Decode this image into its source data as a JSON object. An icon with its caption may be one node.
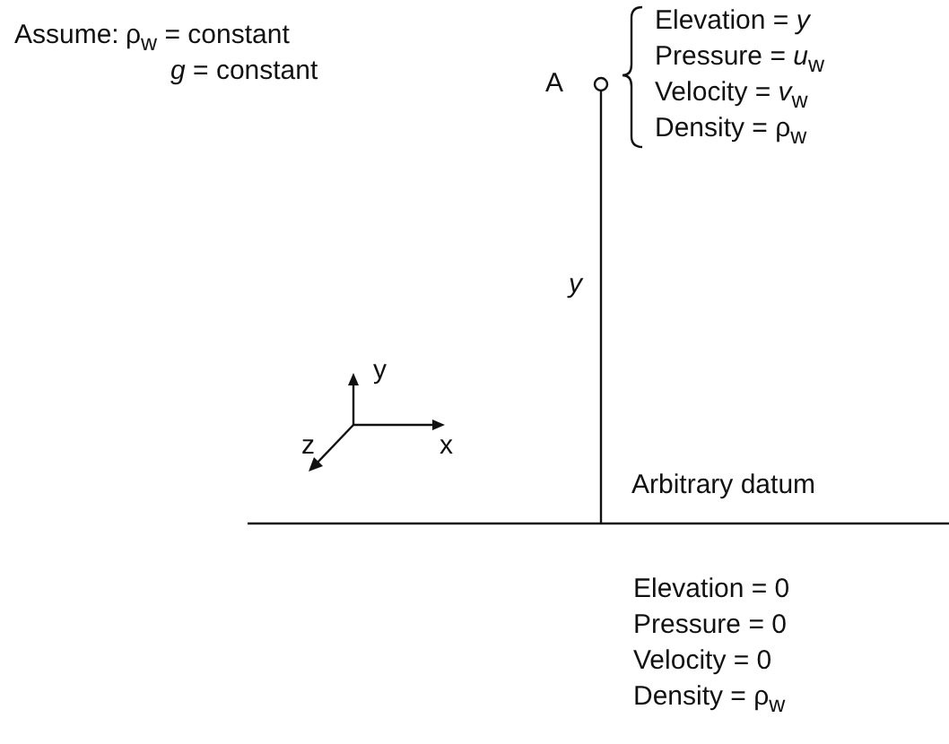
{
  "diagram": {
    "labels": [
      "Assume:",
      "ρ$_{w}$ = constant",
      "*g* = constant",
      "Elevation = *y*",
      "Pressure = *u*$_{w}$",
      "Velocity = *v*$_{w}$",
      "Density = ρ$_{w}$",
      "A",
      "y",
      "y",
      "z",
      "x",
      "Arbitrary datum",
      "Elevation = 0",
      "Pressure = 0",
      "Velocity = 0",
      "Density = ρ$_{w}$"
    ]
  }
}
